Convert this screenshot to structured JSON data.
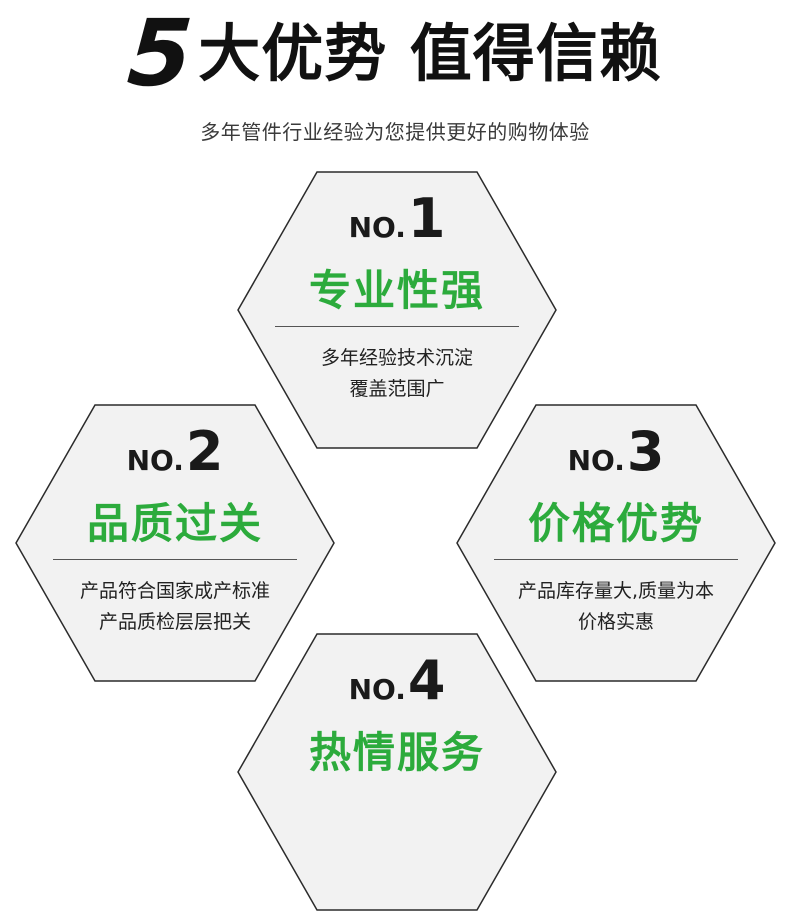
{
  "header": {
    "number": "5",
    "title": "大优势 值得信赖",
    "subtitle": "多年管件行业经验为您提供更好的购物体验"
  },
  "colors": {
    "accent_green": "#2cab3c",
    "hex_fill": "#f2f2f2",
    "hex_stroke": "#2b2b2b"
  },
  "advantages": [
    {
      "no_prefix": "NO.",
      "no_digit": "1",
      "title": "专业性强",
      "desc_line1": "多年经验技术沉淀",
      "desc_line2": "覆盖范围广"
    },
    {
      "no_prefix": "NO.",
      "no_digit": "2",
      "title": "品质过关",
      "desc_line1": "产品符合国家成产标准",
      "desc_line2": "产品质检层层把关"
    },
    {
      "no_prefix": "NO.",
      "no_digit": "3",
      "title": "价格优势",
      "desc_line1": "产品库存量大,质量为本",
      "desc_line2": "价格实惠"
    },
    {
      "no_prefix": "NO.",
      "no_digit": "4",
      "title": "热情服务",
      "desc_line1": "",
      "desc_line2": ""
    }
  ]
}
